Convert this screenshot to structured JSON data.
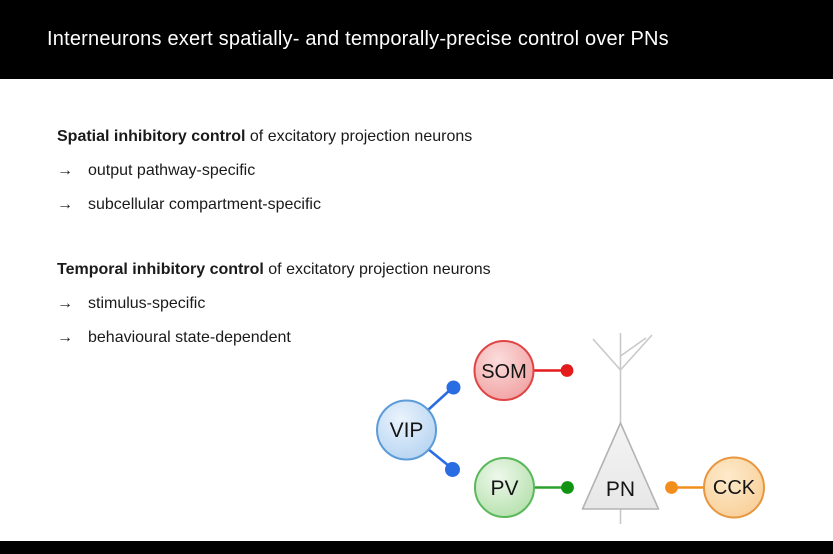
{
  "slide": {
    "title": "Interneurons exert spatially- and temporally-precise control over PNs"
  },
  "glyphs": {
    "arrow": "→"
  },
  "sections": [
    {
      "heading_bold": "Spatial inhibitory control",
      "heading_rest": " of excitatory projection neurons",
      "bullets": [
        "output pathway-specific",
        "subcellular compartment-specific"
      ]
    },
    {
      "heading_bold": "Temporal inhibitory control",
      "heading_rest": " of excitatory projection neurons",
      "bullets": [
        "stimulus-specific",
        "behavioural state-dependent"
      ]
    }
  ],
  "diagram": {
    "vip": {
      "label": "VIP",
      "border": "#5b9bd8",
      "accent": "#2a6de2",
      "dot": "#2a6de2",
      "fill_light": "#eaf3fc",
      "fill_dark": "#b5d3f1"
    },
    "som": {
      "label": "SOM",
      "border": "#e04545",
      "accent": "#e31b1c",
      "dot": "#e31b1c",
      "fill_light": "#fbdcdc",
      "fill_dark": "#f1a1a1"
    },
    "pv": {
      "label": "PV",
      "border": "#5bb85b",
      "accent": "#2ca02c",
      "dot": "#119411",
      "fill_light": "#eef8eb",
      "fill_dark": "#b3e0ab"
    },
    "cck": {
      "label": "CCK",
      "border": "#e8963f",
      "accent": "#f28e1e",
      "dot": "#f28e1e",
      "fill_light": "#fdeacb",
      "fill_dark": "#f8cf98"
    },
    "pn": {
      "label": "PN",
      "border": "#b3b3b3",
      "fill_light": "#f4f4f4",
      "fill_dark": "#e7e7e7",
      "dendrite": "#c9c9c9"
    }
  }
}
